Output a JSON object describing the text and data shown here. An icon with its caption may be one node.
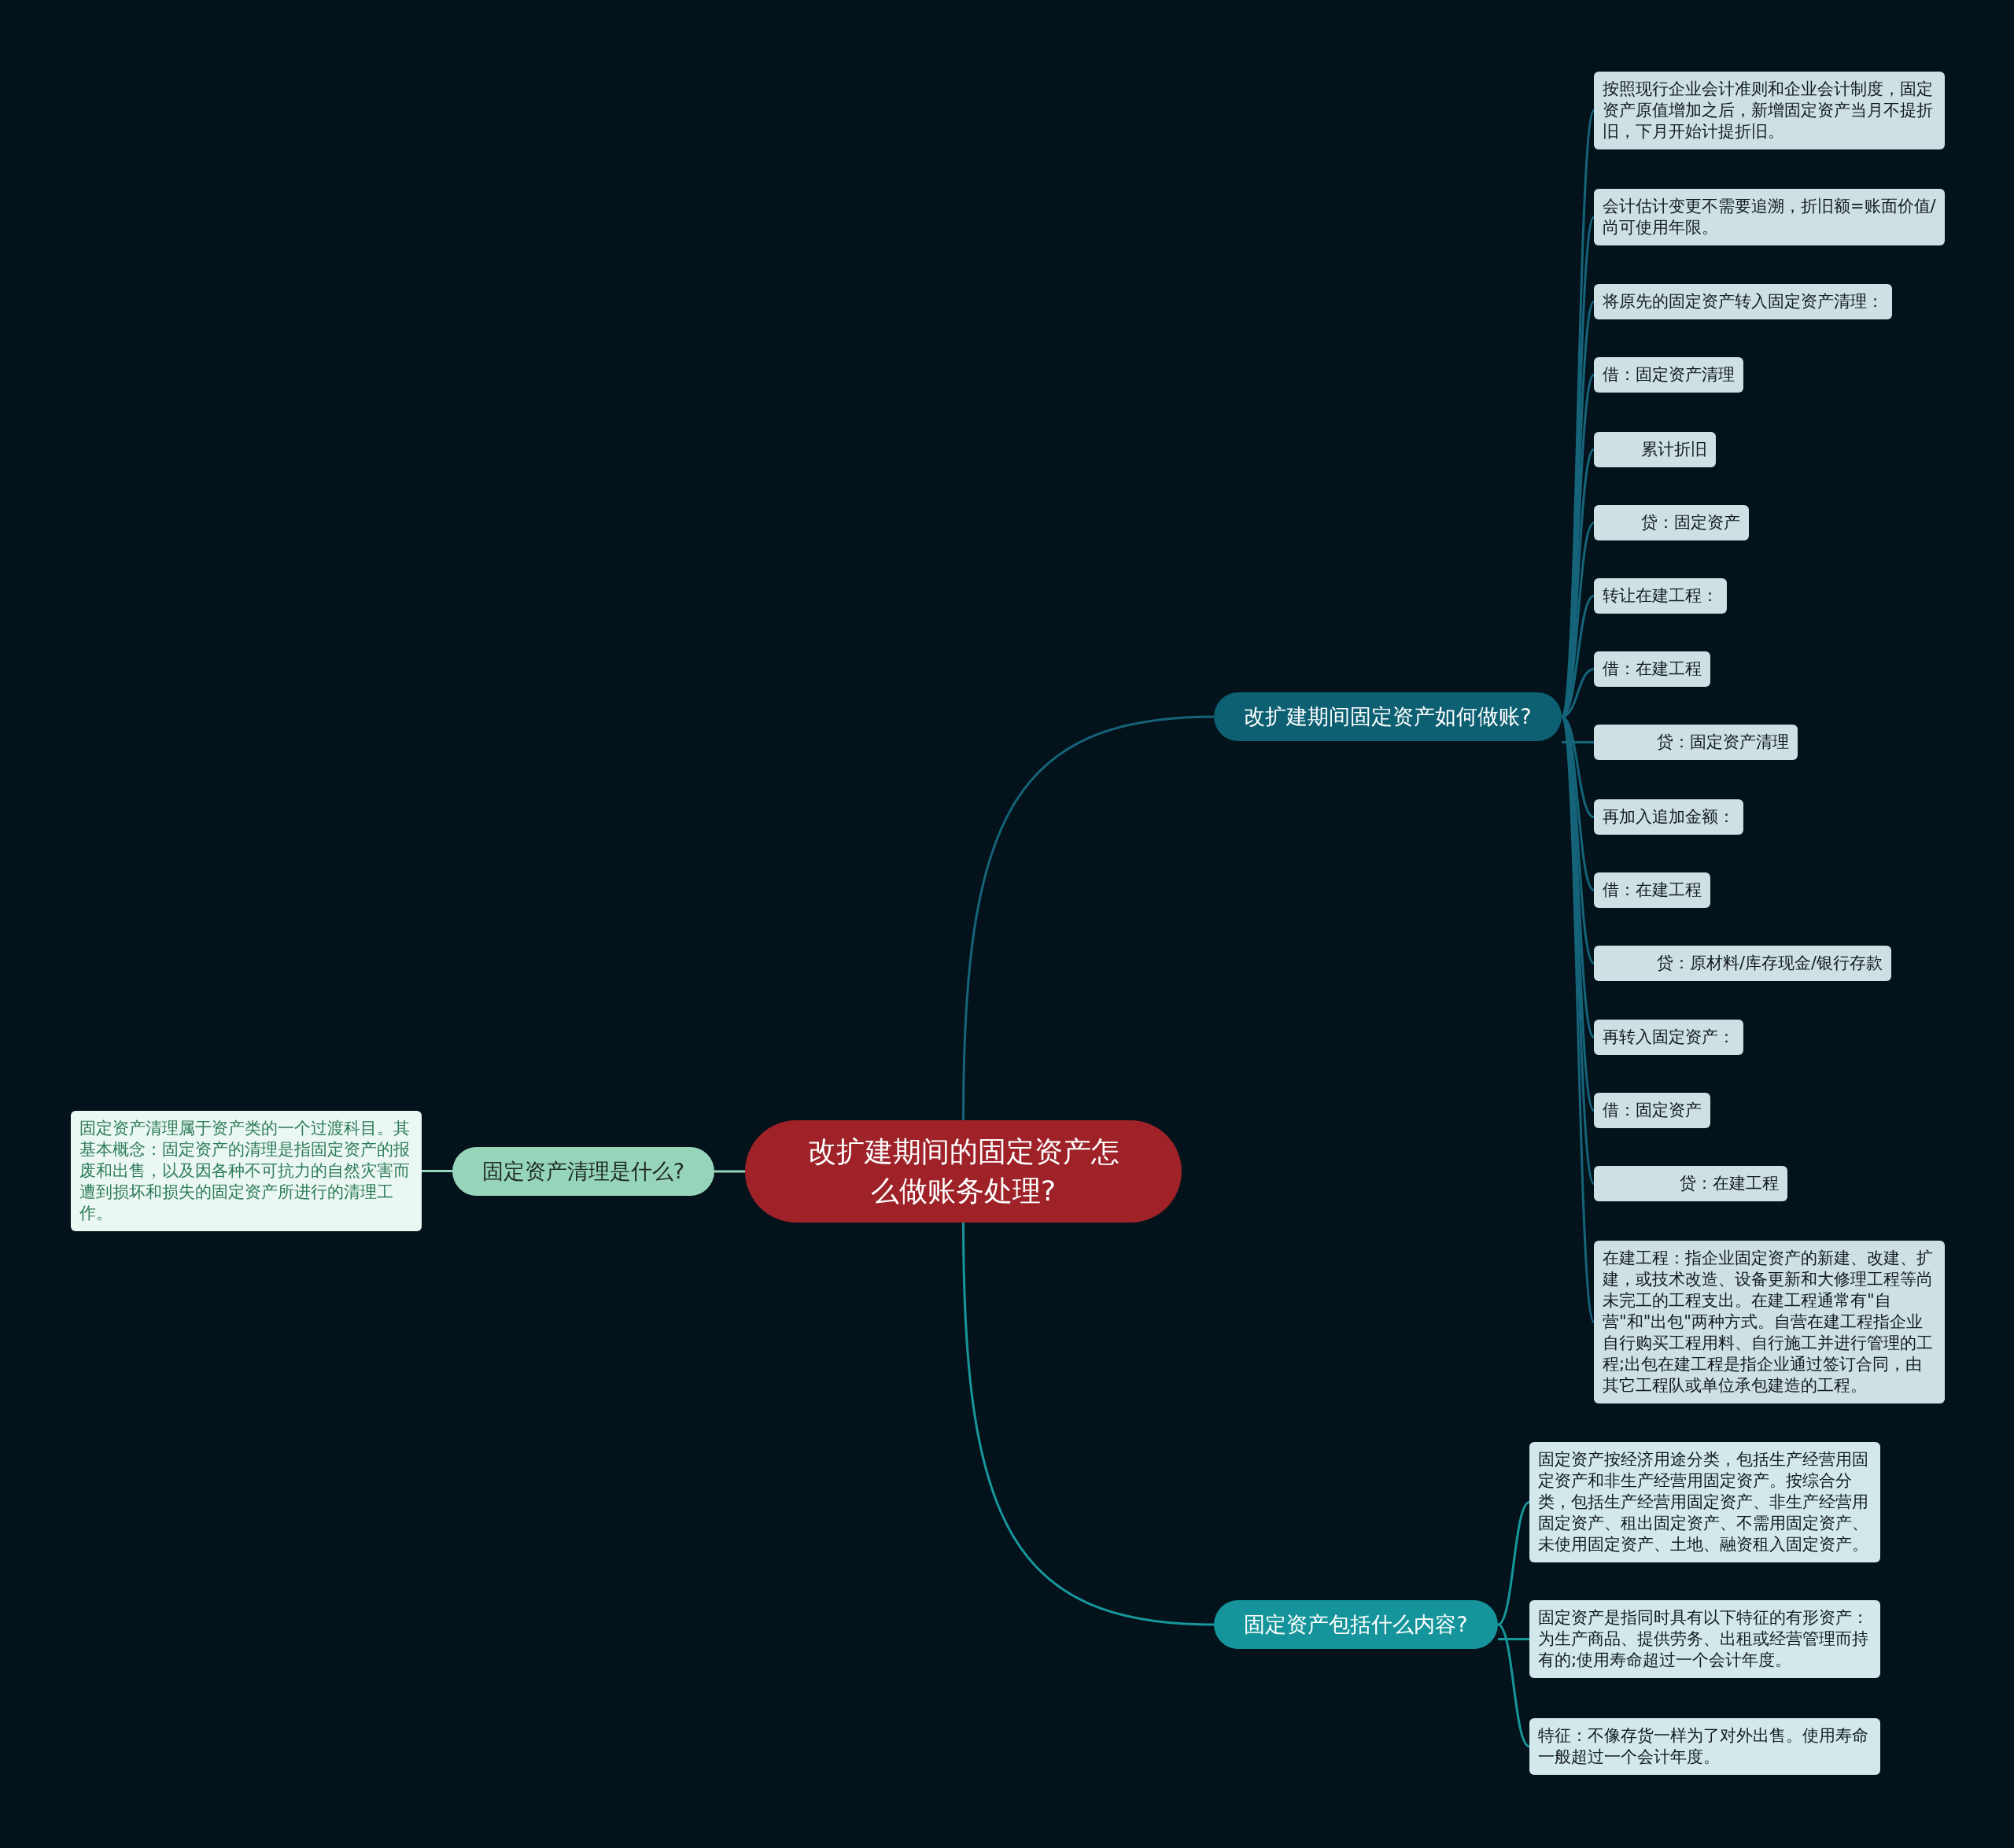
{
  "diagram": {
    "nodes": [
      {
        "text": [
          "改扩建期间的固定资产怎么做账务处理?"
        ]
      },
      {
        "text": [
          "改扩建期间固定资产如何做账?"
        ]
      },
      {
        "text": [
          "按照现行企业会计准则和企业会计制度，固定资产原值增加之后，新增固定资产当月不提折旧，下月开始计提折旧。"
        ]
      },
      {
        "text": [
          "会计估计变更不需要追溯，折旧额=账面价值/尚可使用年限。"
        ]
      },
      {
        "text": [
          "将原先的固定资产转入固定资产清理："
        ]
      },
      {
        "text": [
          "借：固定资产清理"
        ]
      },
      {
        "text": [
          "累计折旧"
        ]
      },
      {
        "text": [
          "贷：固定资产"
        ]
      },
      {
        "text": [
          "转让在建工程："
        ]
      },
      {
        "text": [
          "借：在建工程"
        ]
      },
      {
        "text": [
          "贷：固定资产清理"
        ]
      },
      {
        "text": [
          "再加入追加金额："
        ]
      },
      {
        "text": [
          "借：在建工程"
        ]
      },
      {
        "text": [
          "贷：原材料/库存现金/银行存款"
        ]
      },
      {
        "text": [
          "再转入固定资产："
        ]
      },
      {
        "text": [
          "借：固定资产"
        ]
      },
      {
        "text": [
          "贷：在建工程"
        ]
      },
      {
        "text": [
          "在建工程：指企业固定资产的新建、改建、扩建，或技术改造、设备更新和大修理工程等尚未完工的工程支出。在建工程通常有\"自营\"和\"出包\"两种方式。自营在建工程指企业自行购买工程用料、自行施工并进行管理的工程;出包在建工程是指企业通过签订合同，由其它工程队或单位承包建造的工程。"
        ]
      },
      {
        "text": [
          "固定资产包括什么内容?"
        ]
      },
      {
        "text": [
          "固定资产按经济用途分类，包括生产经营用固定资产和非生产经营用固定资产。按综合分类，包括生产经营用固定资产、非生产经营用固定资产、租出固定资产、不需用固定资产、未使用固定资产、土地、融资租入固定资产。"
        ]
      },
      {
        "text": [
          "固定资产是指同时具有以下特征的有形资产：为生产商品、提供劳务、出租或经营管理而持有的;使用寿命超过一个会计年度。"
        ]
      },
      {
        "text": [
          "特征：不像存货一样为了对外出售。使用寿命一般超过一个会计年度。"
        ]
      },
      {
        "text": [
          "固定资产清理是什么?"
        ]
      },
      {
        "text": [
          "固定资产清理属于资产类的一个过渡科目。其基本概念：固定资产的清理是指固定资产的报废和出售，以及因各种不可抗力的自然灾害而遭到损坏和损失的固定资产所进行的清理工作。"
        ]
      }
    ],
    "edges": [
      {
        "from": 0,
        "to": 1,
        "arrow": "none"
      },
      {
        "from": 1,
        "to": 2,
        "arrow": "none"
      },
      {
        "from": 1,
        "to": 3,
        "arrow": "none"
      },
      {
        "from": 1,
        "to": 4,
        "arrow": "none"
      },
      {
        "from": 1,
        "to": 5,
        "arrow": "none"
      },
      {
        "from": 1,
        "to": 6,
        "arrow": "none"
      },
      {
        "from": 1,
        "to": 7,
        "arrow": "none"
      },
      {
        "from": 1,
        "to": 8,
        "arrow": "none"
      },
      {
        "from": 1,
        "to": 9,
        "arrow": "none"
      },
      {
        "from": 1,
        "to": 10,
        "arrow": "none"
      },
      {
        "from": 1,
        "to": 11,
        "arrow": "none"
      },
      {
        "from": 1,
        "to": 12,
        "arrow": "none"
      },
      {
        "from": 1,
        "to": 13,
        "arrow": "none"
      },
      {
        "from": 1,
        "to": 14,
        "arrow": "none"
      },
      {
        "from": 1,
        "to": 15,
        "arrow": "none"
      },
      {
        "from": 1,
        "to": 16,
        "arrow": "none"
      },
      {
        "from": 1,
        "to": 17,
        "arrow": "none"
      },
      {
        "from": 0,
        "to": 18,
        "arrow": "none",
        "color": "#17979c"
      },
      {
        "from": 18,
        "to": 19,
        "arrow": "none",
        "color": "#17979c"
      },
      {
        "from": 18,
        "to": 20,
        "arrow": "none",
        "color": "#17979c"
      },
      {
        "from": 18,
        "to": 21,
        "arrow": "none",
        "color": "#17979c"
      },
      {
        "from": 0,
        "to": 22,
        "arrow": "none",
        "color": "#97d5ba"
      },
      {
        "from": 22,
        "to": 23,
        "arrow": "none",
        "color": "#97d5ba"
      }
    ]
  }
}
